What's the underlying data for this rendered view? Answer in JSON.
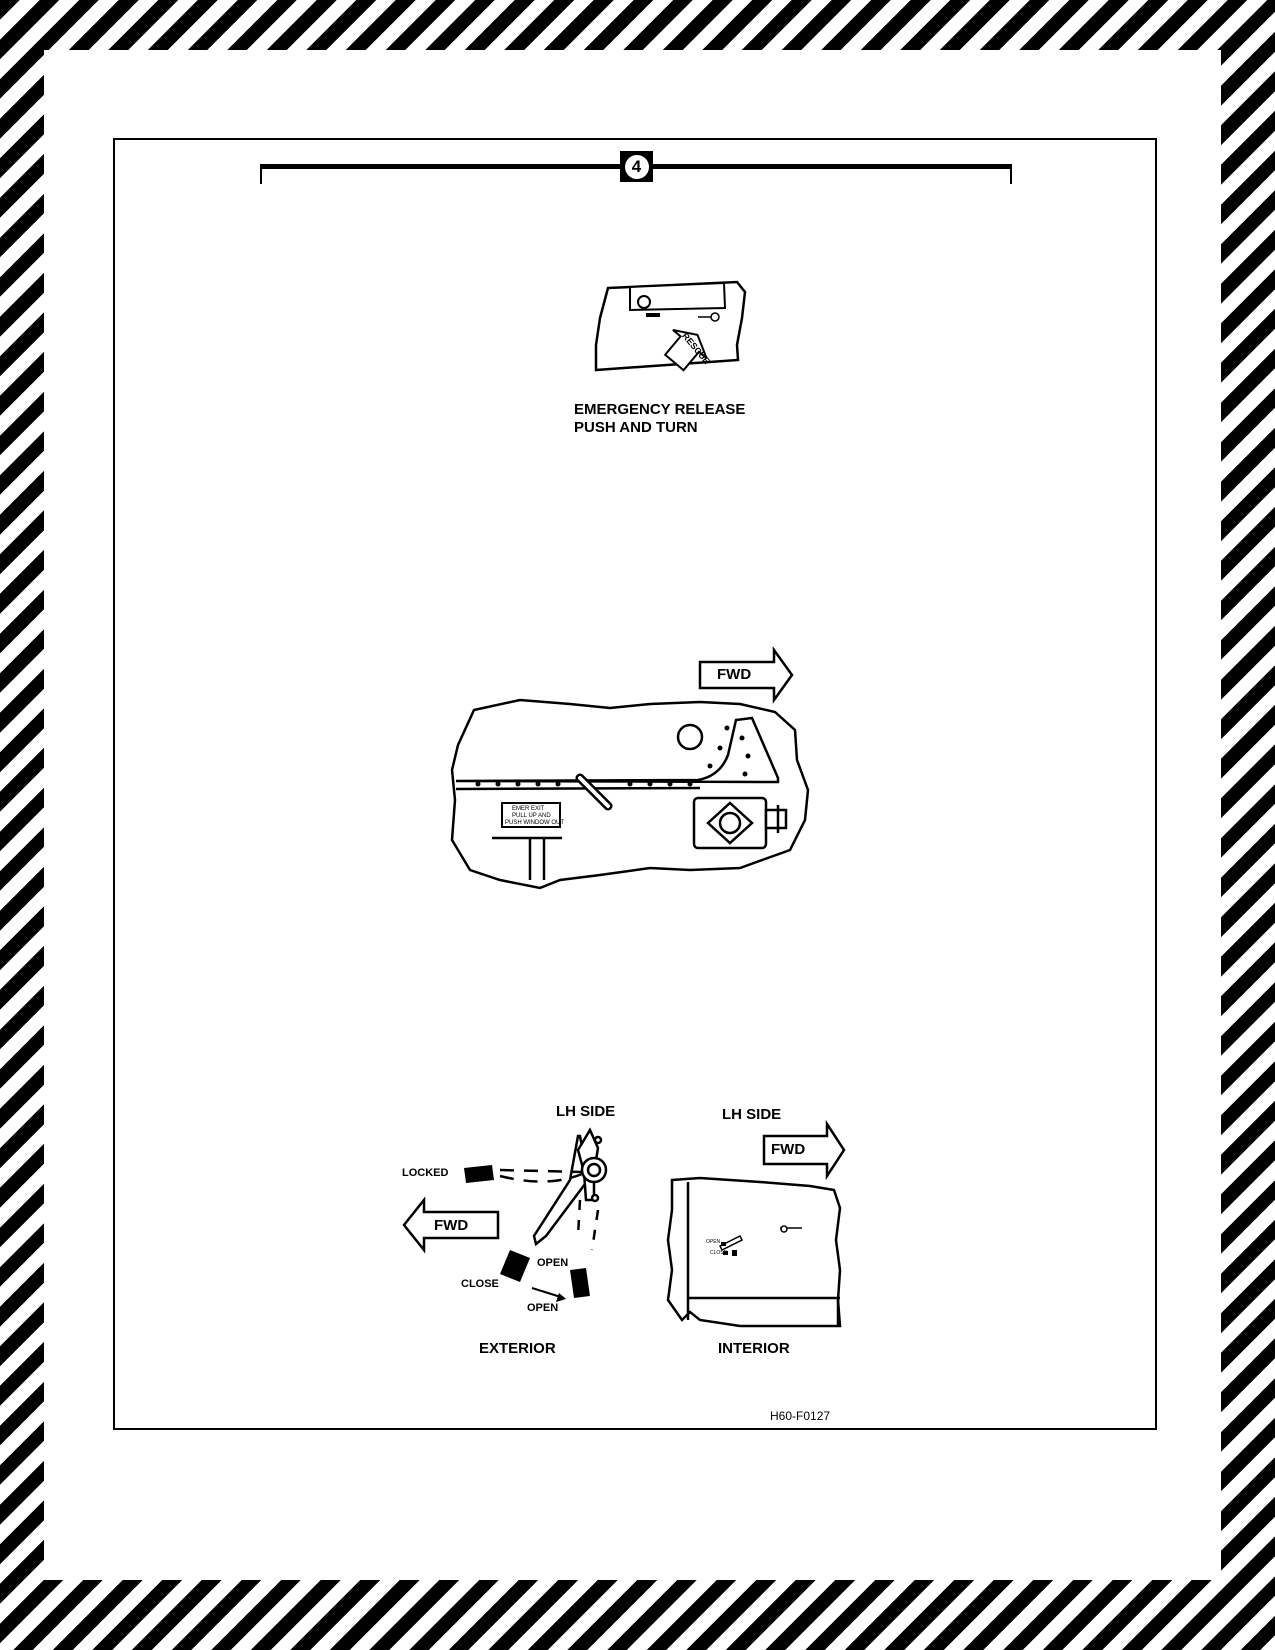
{
  "step_number": "4",
  "figure_1": {
    "decal_text": "RESCUE",
    "caption_line1": "EMERGENCY RELEASE",
    "caption_line2": "PUSH AND TURN"
  },
  "figure_2": {
    "direction": "FWD",
    "placard_line1": "EMER EXIT",
    "placard_line2": "PULL UP AND",
    "placard_line3": "PUSH WINDOW OUT"
  },
  "figure_3": {
    "exterior": {
      "side_label": "LH SIDE",
      "direction": "FWD",
      "locked": "LOCKED",
      "close": "CLOSE",
      "open_upper": "OPEN",
      "open_lower": "OPEN",
      "caption": "EXTERIOR"
    },
    "interior": {
      "side_label": "LH SIDE",
      "direction": "FWD",
      "open": "OPEN",
      "close": "CLOSE",
      "caption": "INTERIOR"
    }
  },
  "figure_id": "H60-F0127"
}
